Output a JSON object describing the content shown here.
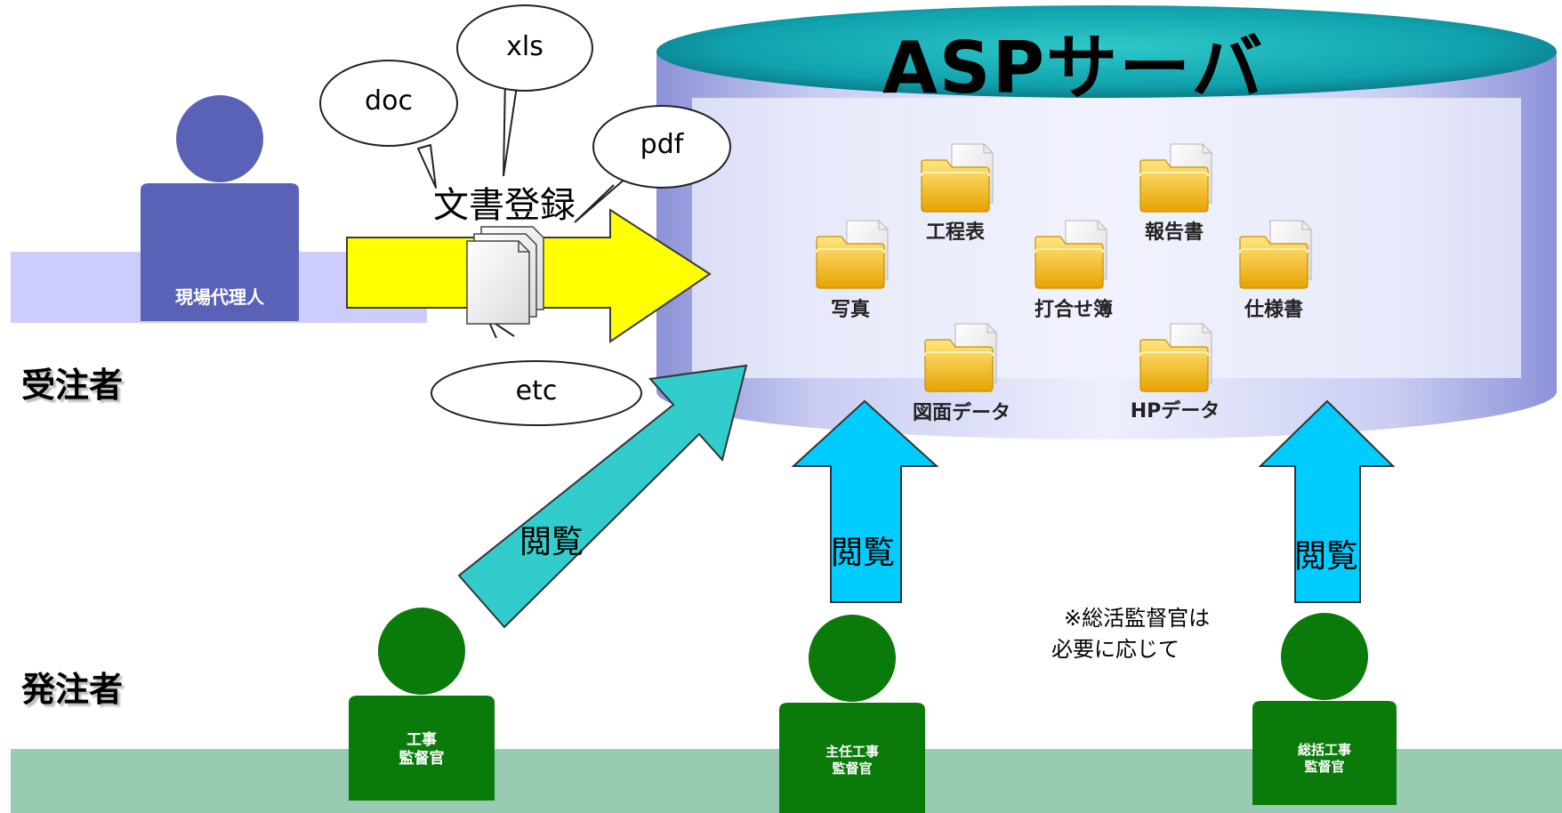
{
  "server": {
    "title": "ASPサーバ"
  },
  "contractor": {
    "label": "受注者",
    "person": "現場代理人"
  },
  "client": {
    "label": "発注者",
    "persons": [
      {
        "line1": "工事",
        "line2": "監督官"
      },
      {
        "line1": "主任工事",
        "line2": "監督官"
      },
      {
        "line1": "総括工事",
        "line2": "監督官"
      }
    ]
  },
  "registration": {
    "label": "文書登録",
    "formats": [
      "doc",
      "xls",
      "pdf",
      "etc"
    ]
  },
  "folders": [
    "工程表",
    "報告書",
    "写真",
    "打合せ簿",
    "仕様書",
    "図面データ",
    "HPデータ"
  ],
  "view_label": "閲覧",
  "note": {
    "line1": "※総活監督官は",
    "line2": "必要に応じて"
  },
  "colors": {
    "yellow_arrow": "#ffff00",
    "teal_arrow": "#33cccc",
    "blue_arrow": "#00ccff",
    "contractor_person": "#5a62b8",
    "client_person": "#0a7a0a"
  }
}
